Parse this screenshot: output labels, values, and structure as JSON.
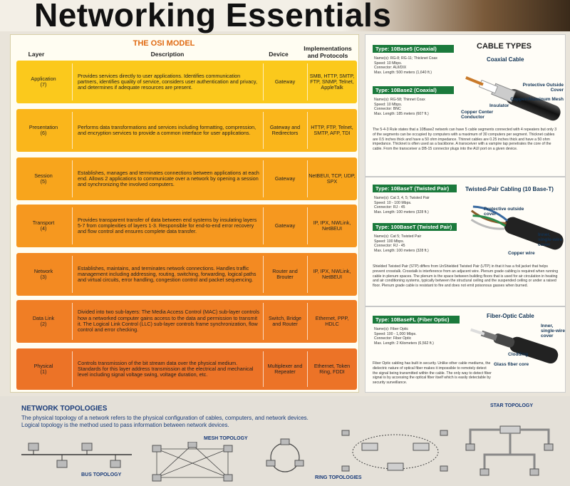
{
  "title": "Networking Essentials",
  "osi": {
    "title": "THE OSI MODEL",
    "headers": {
      "layer": "Layer",
      "description": "Description",
      "device": "Device",
      "impl": "Implementations and Protocols"
    },
    "rows": [
      {
        "layer": "Application",
        "num": "(7)",
        "description": "Provides services directly to user applications. Identifies communication partners, identifies quality of service, considers user authentication and privacy, and determines if adequate resources are present.",
        "device": "Gateway",
        "impl": "SMB, HTTP, SMTP, FTP, SNMP, Telnet, AppleTalk",
        "color": "#fbc91c"
      },
      {
        "layer": "Presentation",
        "num": "(6)",
        "description": "Performs data transformations and services including formatting, compression, and encryption services to provide a common interface for user applications.",
        "device": "Gateway and Redirectors",
        "impl": "HTTP, FTP, Telnet, SMTP, AFP, TDI",
        "color": "#fab61b"
      },
      {
        "layer": "Session",
        "num": "(5)",
        "description": "Establishes, manages and terminates connections between applications at each end. Allows 2 applications to communicate over a network by opening a session and synchronizing the involved computers.",
        "device": "Gateway",
        "impl": "NetBEUI, TCP, UDP, SPX",
        "color": "#f8a51c"
      },
      {
        "layer": "Transport",
        "num": "(4)",
        "description": "Provides transparent transfer of data between end systems by insulating layers 5-7 from complexities of layers 1-3. Responsible for end-to-end error recovery and flow control and ensures complete data transfer.",
        "device": "Gateway",
        "impl": "IP, IPX, NWLink, NetBEUI",
        "color": "#f6981f"
      },
      {
        "layer": "Network",
        "num": "(3)",
        "description": "Establishes, maintains, and terminates network connections. Handles traffic management including addressing, routing, switching, forwarding, logical paths and virtual circuits, error handling, congestion control and packet sequencing.",
        "device": "Router and Brouter",
        "impl": "IP, IPX, NWLink, NetBEUI",
        "color": "#f38a22"
      },
      {
        "layer": "Data Link",
        "num": "(2)",
        "description": "Divided into two sub-layers: The Media Access Control (MAC) sub-layer controls how a networked computer gains access to the data and permission to transmit it. The Logical Link Control (LLC) sub-layer controls frame synchronization, flow control and error checking.",
        "device": "Switch, Bridge and Router",
        "impl": "Ethernet, PPP, HDLC",
        "color": "#f07e25"
      },
      {
        "layer": "Physical",
        "num": "(1)",
        "description": "Controls transmission of the bit stream data over the physical medium. Standards for this layer address transmission at the electrical and mechanical level including signal voltage swing, voltage duration, etc.",
        "device": "Multiplexer and Repeater",
        "impl": "Ethernet, Token Ring, FDDI",
        "color": "#ec7327"
      }
    ]
  },
  "cables": {
    "title": "CABLE TYPES",
    "coax": {
      "heading": "Coaxial Cable",
      "box1": {
        "head": "Type: 10Base5 (Coaxial)",
        "lines": [
          "Name(s): RG-8; RG-11; Thicknet Coax",
          "Speed: 10 Mbps.",
          "Connector: AUI/DIX",
          "Max. Length: 500 meters (1,640 ft.)"
        ]
      },
      "box2": {
        "head": "Type: 10Base2 (Coaxial)",
        "lines": [
          "Name(s): RG-58; Thinnet Coax",
          "Speed: 10 Mbps.",
          "Connector: BNC",
          "Max. Length: 185 meters (607 ft.)"
        ]
      },
      "labels": [
        "Protective Outside Cover",
        "Copper/Aluminum Mesh",
        "Insulator",
        "Copper Center Conductor"
      ],
      "text": "The 5-4-3 Rule states that a 10Base2 network can have 5 cable segments connected with 4 repeaters but only 3 of the segments can be occupied by computers with a maximum of 30 computers per segment. Thicknet cables are 0.5 inches thick and have a 50 ohm impedance. Thinnet cables are 0.25 inches thick and have a 50 ohm impedance. Thicknet is often used as a backbone. A transceiver with a vampire tap penetrates the core of the cable. From the transceiver a DB-15 connector plugs into the AUI port on a given device."
    },
    "tp": {
      "heading": "Twisted-Pair Cabling (10 Base-T)",
      "box1": {
        "head": "Type: 10BaseT (Twisted Pair)",
        "lines": [
          "Name(s): Cat 3, 4, 5; Twisted Pair",
          "Speed: 10 - 100 Mbps.",
          "Connector: RJ - 45",
          "Max. Length: 100 meters (328 ft.)"
        ]
      },
      "box2": {
        "head": "Type: 100BaseT (Twisted Pair)",
        "lines": [
          "Name(s): Cat 5; Twisted Pair",
          "Speed: 100 Mbps.",
          "Connector: RJ - 45",
          "Max. Length: 100 meters (328 ft.)"
        ]
      },
      "labels": [
        "Protective outside cover",
        "Inner, single-wire cover",
        "Copper wire"
      ],
      "text": "Shielded Twisted Pair (STP) differs from UnShielded Twisted Pair (UTP) in that it has a foil jacket that helps prevent crosstalk. Crosstalk is interference from an adjacent wire. Plenum grade cabling is required when running cable in plenum spaces. The plenum is the space between building floors that is used for air circulation in heating and air conditioning systems, typically between the structural ceiling and the suspended ceiling or under a raised floor. Plenum grade cable is resistant to fire and does not emit poisonous gasses when burned."
    },
    "fiber": {
      "heading": "Fiber-Optic Cable",
      "box1": {
        "head": "Type: 10BaseFL (Fiber Optic)",
        "lines": [
          "Name(s): Fiber Optic",
          "Speed: 100 - 1,000 Mbps.",
          "Connector: Fiber Optic",
          "Max. Length: 2 Kilometers (6,562 ft.)"
        ]
      },
      "labels": [
        "Inner, single-wire cover",
        "Clodding",
        "Glass fiber core"
      ],
      "text": "Fiber Optic cabling has built in security. Unlike other cable mediums, the dielectric nature of optical fiber makes it impossible to remotely detect the signal being transmitted within the cable. The only way to detect fiber signal is by accessing the optical fiber itself which is easily detectable by security surveillance."
    }
  },
  "topologies": {
    "title": "NETWORK TOPOLOGIES",
    "text": "The physical topology of a network refers to the physical configuration of cables, computers, and network devices. Logical topology is the method used to pass information between network devices.",
    "labels": {
      "bus": "BUS TOPOLOGY",
      "mesh": "MESH TOPOLOGY",
      "ring": "RING TOPOLOGIES",
      "star": "STAR TOPOLOGY"
    }
  }
}
